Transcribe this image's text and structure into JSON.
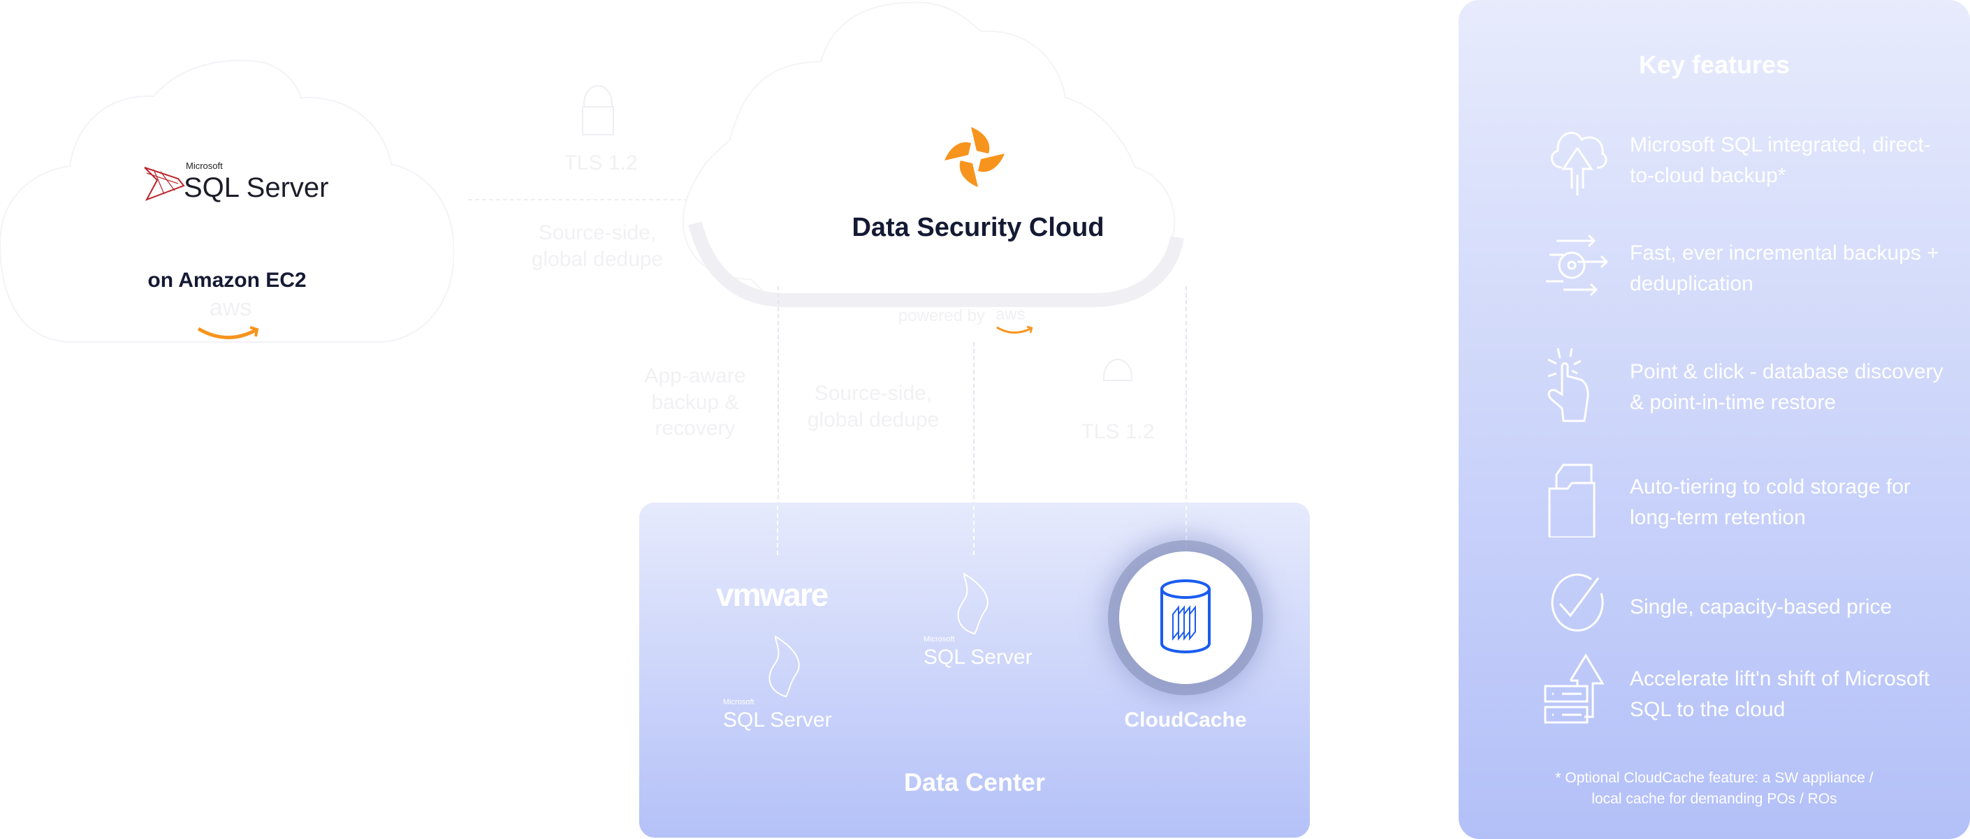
{
  "left_cloud": {
    "logo_small": "Microsoft",
    "logo_main": "SQL Server",
    "subtitle": "on Amazon EC2",
    "provider_logo": "aws"
  },
  "center_cloud": {
    "title": "Data Security Cloud",
    "powered_by": "powered by",
    "provider_logo": "aws"
  },
  "connectors": {
    "top_left": {
      "protocol": "TLS 1.2",
      "feature": "Source-side, global dedupe"
    },
    "bottom": [
      {
        "label": "App-aware backup & recovery"
      },
      {
        "label": "Source-side, global dedupe"
      },
      {
        "label": "TLS 1.2"
      }
    ]
  },
  "data_center": {
    "title": "Data Center",
    "vmware": "vmware",
    "sql_server_1": {
      "small": "Microsoft",
      "main": "SQL Server"
    },
    "sql_server_2": {
      "small": "Microsoft",
      "main": "SQL Server"
    },
    "cloudcache": "CloudCache"
  },
  "key_features": {
    "title": "Key features",
    "items": [
      {
        "icon": "cloud-upload-icon",
        "text": "Microsoft SQL integrated, direct-to-cloud backup*"
      },
      {
        "icon": "gear-arrows-icon",
        "text": "Fast, ever incremental backups + deduplication"
      },
      {
        "icon": "hand-pointer-icon",
        "text": "Point & click - database discovery & point-in-time restore"
      },
      {
        "icon": "folder-icon",
        "text": "Auto-tiering to cold storage for long-term retention"
      },
      {
        "icon": "check-circle-icon",
        "text": "Single, capacity-based price"
      },
      {
        "icon": "server-upload-icon",
        "text": "Accelerate lift'n shift of Microsoft SQL to the cloud"
      }
    ],
    "footnote": "* Optional CloudCache feature: a SW appliance / local cache for demanding POs / ROs"
  },
  "colors": {
    "accent_orange": "#f7941d",
    "text_dark": "#141a33",
    "panel_top": "#e7ebfc",
    "panel_bottom": "#b3c0f8",
    "cloudcache_blue": "#1a5cf0",
    "sql_red": "#b9252b"
  }
}
